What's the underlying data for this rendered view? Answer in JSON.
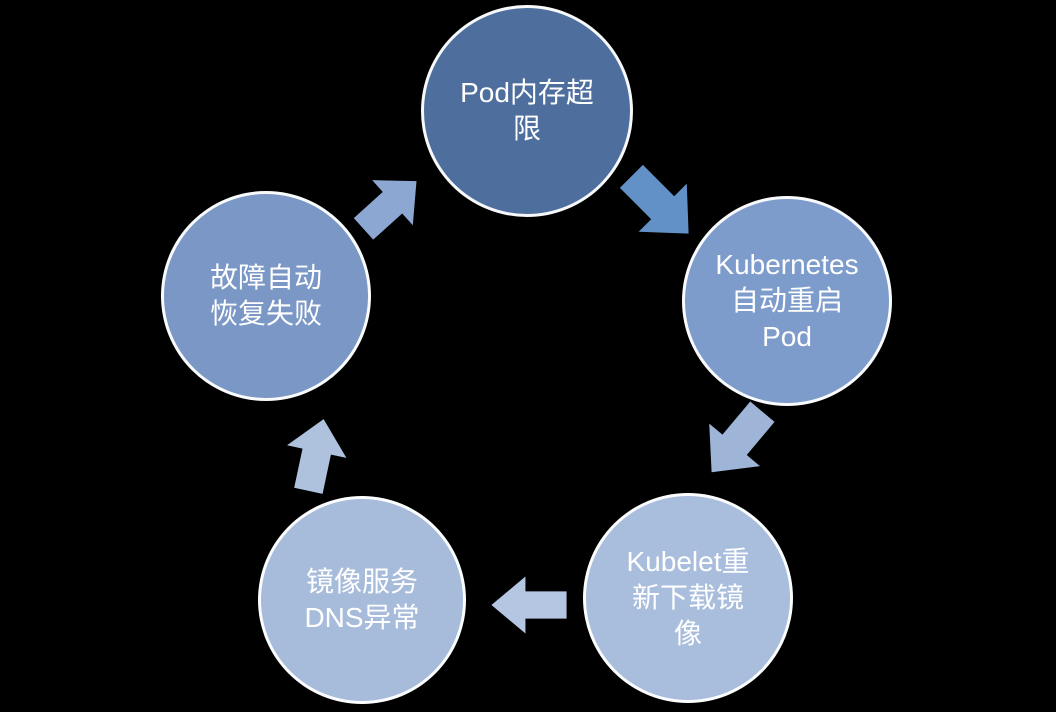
{
  "diagram": {
    "type": "cycle",
    "background_color": "#000000",
    "text_color": "#ffffff",
    "node_border_color": "#ffffff",
    "nodes": [
      {
        "id": "pod-memory-limit",
        "position": "top",
        "label": "Pod内存超限",
        "lines": [
          "Pod内存超",
          "限"
        ],
        "fill": "#4E6F9E"
      },
      {
        "id": "k8s-restart-pod",
        "position": "right",
        "label": "Kubernetes自动重启Pod",
        "lines": [
          "Kubernetes",
          "自动重启",
          "Pod"
        ],
        "fill": "#7E9CCB"
      },
      {
        "id": "kubelet-repull-image",
        "position": "bottom-right",
        "label": "Kubelet重新下载镜像",
        "lines": [
          "Kubelet重",
          "新下载镜",
          "像"
        ],
        "fill": "#A9BDDC"
      },
      {
        "id": "image-service-dns-error",
        "position": "bottom-left",
        "label": "镜像服务DNS异常",
        "lines": [
          "镜像服务",
          "DNS异常"
        ],
        "fill": "#A7BBDB"
      },
      {
        "id": "auto-recovery-failed",
        "position": "left",
        "label": "故障自动恢复失败",
        "lines": [
          "故障自动",
          "恢复失败"
        ],
        "fill": "#7A97C5"
      }
    ],
    "arrows": [
      {
        "id": "arrow-top-to-right",
        "from": "pod-memory-limit",
        "to": "k8s-restart-pod",
        "direction": "down-right",
        "fill": "#6191C6"
      },
      {
        "id": "arrow-right-to-bottom-right",
        "from": "k8s-restart-pod",
        "to": "kubelet-repull-image",
        "direction": "down-left",
        "fill": "#9FB5D8"
      },
      {
        "id": "arrow-bottom-right-to-bottom-left",
        "from": "kubelet-repull-image",
        "to": "image-service-dns-error",
        "direction": "left",
        "fill": "#B4C6E2"
      },
      {
        "id": "arrow-bottom-left-to-left",
        "from": "image-service-dns-error",
        "to": "auto-recovery-failed",
        "direction": "up",
        "fill": "#AEC2DE"
      },
      {
        "id": "arrow-left-to-top",
        "from": "auto-recovery-failed",
        "to": "pod-memory-limit",
        "direction": "up-right",
        "fill": "#8CA7D2"
      }
    ]
  }
}
